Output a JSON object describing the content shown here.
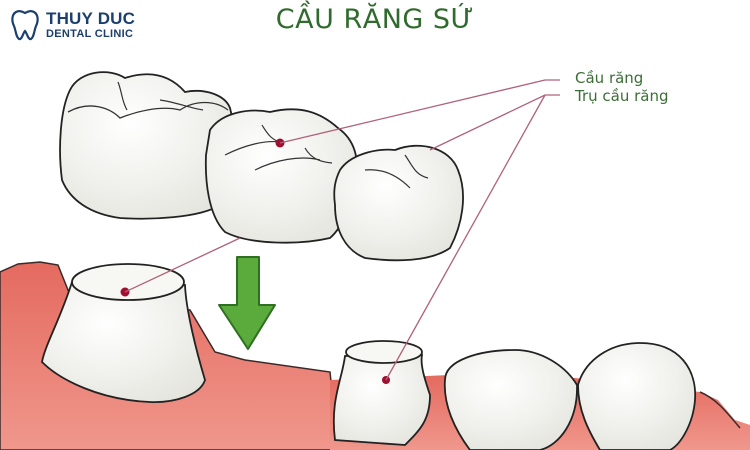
{
  "brand": {
    "name": "THUY DUC",
    "subtitle": "DENTAL CLINIC",
    "icon": "tooth-icon",
    "color": "#1b3f6e"
  },
  "title": "CẦU RĂNG SỨ",
  "labels": {
    "bridge": "Cầu răng",
    "abutment": "Trụ cầu răng"
  },
  "colors": {
    "title": "#2f6b2c",
    "label": "#3d6e37",
    "leader_line": "#b0607a",
    "marker": "#a0102e",
    "gum": "#e57a6f",
    "tooth": "#f2f2ee",
    "arrow": "#5aaa3c"
  },
  "arrow_icon": "arrow-down-icon"
}
